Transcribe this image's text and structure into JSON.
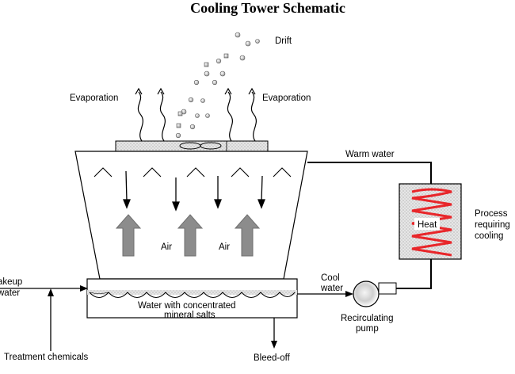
{
  "title": "Cooling Tower Schematic",
  "labels": {
    "drift": "Drift",
    "evaporation_left": "Evaporation",
    "evaporation_right": "Evaporation",
    "warm_water": "Warm water",
    "process_line1": "Process",
    "process_line2": "requiring",
    "process_line3": "cooling",
    "heat": "Heat",
    "air_1": "Air",
    "air_2": "Air",
    "cool_water_line1": "Cool",
    "cool_water_line2": "water",
    "makeup_line1": "akeup",
    "makeup_line2": "water",
    "basin_line1": "Water with concentrated",
    "basin_line2": "mineral salts",
    "recirculating_line1": "Recirculating",
    "recirculating_line2": "pump",
    "treatment_chemicals": "Treatment chemicals",
    "bleed_off": "Bleed-off"
  },
  "colors": {
    "line": "#000000",
    "heat_coil": "#e8262a",
    "air_arrow": "#8c8c8c",
    "texture_fill": "#e2e2e2",
    "pump_glow": "#bdbdbd"
  }
}
